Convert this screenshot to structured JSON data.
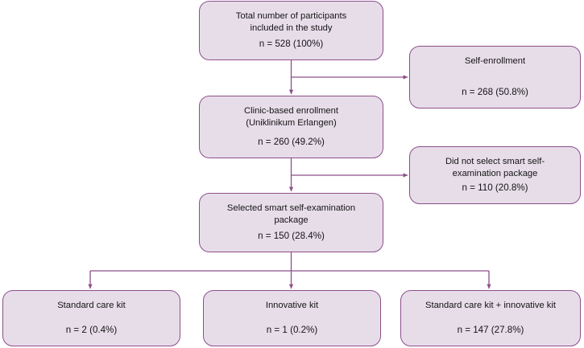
{
  "chart_data": {
    "type": "diagram",
    "title": "Participant enrollment and kit allocation flowchart",
    "style": {
      "node_fill": "#e7dde9",
      "node_border": "#8c4f8b",
      "connector": "#8c4f8b",
      "text": "#141414",
      "background": "#ffffff"
    },
    "nodes": [
      {
        "id": "total",
        "title": "Total number of participants\nincluded in the study",
        "count_label": "n = 528 (100%)",
        "n": 528,
        "percent": 100
      },
      {
        "id": "self_enrollment",
        "title": "Self-enrollment",
        "count_label": "n = 268 (50.8%)",
        "n": 268,
        "percent": 50.8
      },
      {
        "id": "clinic_enrollment",
        "title": "Clinic-based enrollment\n(Uniklinikum Erlangen)",
        "count_label": "n = 260 (49.2%)",
        "n": 260,
        "percent": 49.2
      },
      {
        "id": "not_selected",
        "title": "Did not select smart self-\nexamination package",
        "count_label": "n = 110 (20.8%)",
        "n": 110,
        "percent": 20.8
      },
      {
        "id": "selected",
        "title": "Selected smart self-examination\npackage",
        "count_label": "n = 150 (28.4%)",
        "n": 150,
        "percent": 28.4
      },
      {
        "id": "standard_kit",
        "title": "Standard care kit",
        "count_label": "n = 2 (0.4%)",
        "n": 2,
        "percent": 0.4
      },
      {
        "id": "innovative_kit",
        "title": "Innovative kit",
        "count_label": "n = 1 (0.2%)",
        "n": 1,
        "percent": 0.2
      },
      {
        "id": "both_kits",
        "title": "Standard care kit + innovative kit",
        "count_label": "n = 147 (27.8%)",
        "n": 147,
        "percent": 27.8
      }
    ],
    "edges": [
      {
        "from": "total",
        "to": "self_enrollment",
        "kind": "branch-right"
      },
      {
        "from": "total",
        "to": "clinic_enrollment",
        "kind": "down"
      },
      {
        "from": "clinic_enrollment",
        "to": "not_selected",
        "kind": "branch-right"
      },
      {
        "from": "clinic_enrollment",
        "to": "selected",
        "kind": "down"
      },
      {
        "from": "selected",
        "to": "standard_kit",
        "kind": "split-down"
      },
      {
        "from": "selected",
        "to": "innovative_kit",
        "kind": "split-down"
      },
      {
        "from": "selected",
        "to": "both_kits",
        "kind": "split-down"
      }
    ]
  },
  "nodes": {
    "total": {
      "title": "Total number of participants\nincluded in the study",
      "count": "n = 528 (100%)"
    },
    "self_enrollment": {
      "title": "Self-enrollment",
      "count": "n = 268 (50.8%)"
    },
    "clinic_enrollment": {
      "title": "Clinic-based enrollment\n(Uniklinikum Erlangen)",
      "count": "n = 260 (49.2%)"
    },
    "not_selected": {
      "title": "Did not select smart self-\nexamination package",
      "count": "n = 110 (20.8%)"
    },
    "selected": {
      "title": "Selected smart self-examination\npackage",
      "count": "n = 150 (28.4%)"
    },
    "standard_kit": {
      "title": "Standard care kit",
      "count": "n = 2 (0.4%)"
    },
    "innovative_kit": {
      "title": "Innovative kit",
      "count": "n = 1 (0.2%)"
    },
    "both_kits": {
      "title": "Standard care kit + innovative kit",
      "count": "n = 147 (27.8%)"
    }
  }
}
